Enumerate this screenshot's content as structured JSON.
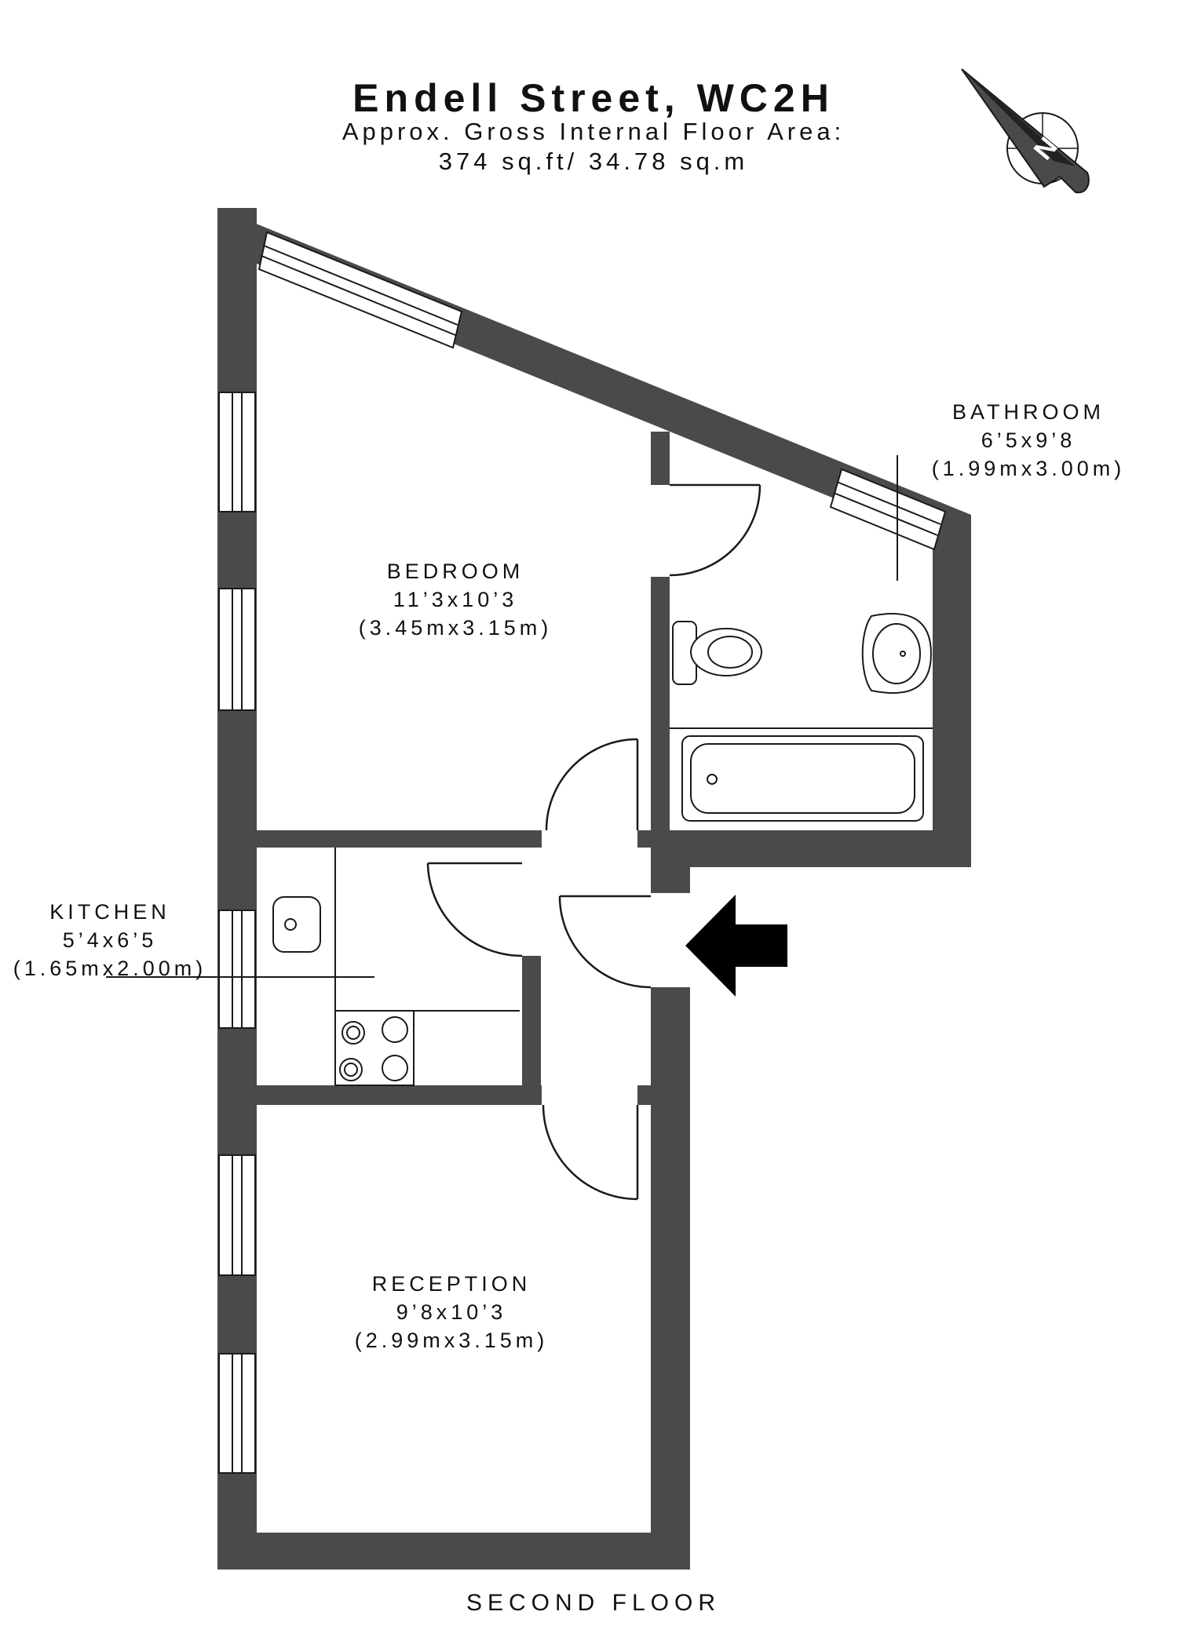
{
  "header": {
    "title": "Endell Street, WC2H",
    "area_label": "Approx. Gross Internal Floor Area:",
    "area_value": "374 sq.ft/ 34.78 sq.m"
  },
  "rooms": {
    "bedroom": {
      "name": "BEDROOM",
      "imperial": "11’3x10’3",
      "metric": "(3.45mx3.15m)"
    },
    "bathroom": {
      "name": "BATHROOM",
      "imperial": "6’5x9’8",
      "metric": "(1.99mx3.00m)"
    },
    "kitchen": {
      "name": "KITCHEN",
      "imperial": "5’4x6’5",
      "metric": "(1.65mx2.00m)"
    },
    "reception": {
      "name": "RECEPTION",
      "imperial": "9’8x10’3",
      "metric": "(2.99mx3.15m)"
    }
  },
  "compass": {
    "letter": "N",
    "icon": "north-arrow-icon"
  },
  "entrance": {
    "icon": "entrance-arrow-icon"
  },
  "floor": {
    "label": "SECOND FLOOR"
  },
  "colors": {
    "wall": "#4a4a4a",
    "line": "#1a1a1a",
    "background": "#ffffff"
  }
}
